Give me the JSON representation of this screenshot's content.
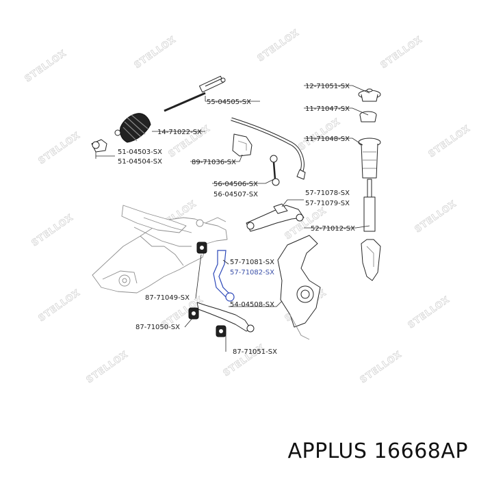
{
  "watermark": "STELLOX",
  "footer": {
    "brand": "APPLUS",
    "part_number": "16668AP"
  },
  "labels": [
    {
      "id": "l1",
      "text": "12-71051-SX",
      "highlight": false
    },
    {
      "id": "l2",
      "text": "55-04505-SX",
      "highlight": false
    },
    {
      "id": "l3",
      "text": "11-71047-SX",
      "highlight": false
    },
    {
      "id": "l4",
      "text": "14-71022-SX",
      "highlight": false
    },
    {
      "id": "l5",
      "text": "11-71048-SX",
      "highlight": false
    },
    {
      "id": "l6",
      "text": "51-04503-SX",
      "highlight": false
    },
    {
      "id": "l7",
      "text": "51-04504-SX",
      "highlight": false
    },
    {
      "id": "l8",
      "text": "89-71036-SX",
      "highlight": false
    },
    {
      "id": "l9",
      "text": "56-04506-SX",
      "highlight": false
    },
    {
      "id": "l10",
      "text": "56-04507-SX",
      "highlight": false
    },
    {
      "id": "l11",
      "text": "57-71078-SX",
      "highlight": false
    },
    {
      "id": "l12",
      "text": "57-71079-SX",
      "highlight": false
    },
    {
      "id": "l13",
      "text": "52-71012-SX",
      "highlight": false
    },
    {
      "id": "l14",
      "text": "57-71081-SX",
      "highlight": false
    },
    {
      "id": "l15",
      "text": "57-71082-SX",
      "highlight": true
    },
    {
      "id": "l16",
      "text": "87-71049-SX",
      "highlight": false
    },
    {
      "id": "l17",
      "text": "54-04508-SX",
      "highlight": false
    },
    {
      "id": "l18",
      "text": "87-71050-SX",
      "highlight": false
    },
    {
      "id": "l19",
      "text": "87-71051-SX",
      "highlight": false
    }
  ]
}
